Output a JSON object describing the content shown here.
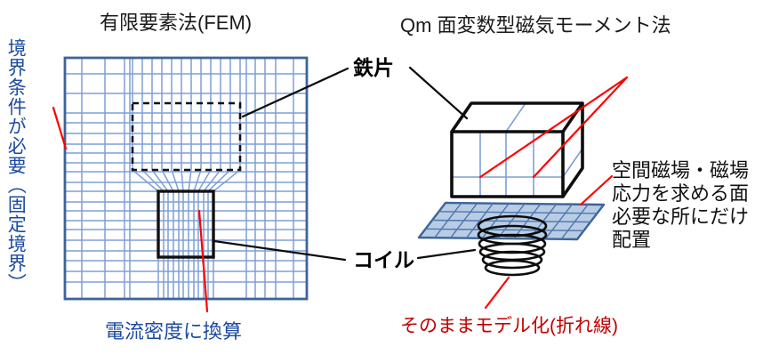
{
  "left_panel": {
    "title": "有限要素法(FEM)",
    "boundary_note": "境界条件が必要（固定境界）",
    "current_note": "電流密度に換算"
  },
  "labels": {
    "iron": "鉄片",
    "coil": "コイル"
  },
  "right_panel": {
    "title": "Qm 面変数型磁気モーメント法",
    "surface_note": "空間磁場・磁場\n応力を求める面\n必要な所にだけ\n配置",
    "model_note": "そのままモデル化(折れ線)"
  },
  "colors": {
    "note_blue": "#1C4BA0",
    "annotation_red": "#FF0000",
    "model_note_red": "#C00000",
    "mesh_line_blue": "#7F9FD6",
    "mesh_border_blue": "#3D6498",
    "plane_fill_blue": "#B8CCE4",
    "ink_black": "#111111"
  }
}
